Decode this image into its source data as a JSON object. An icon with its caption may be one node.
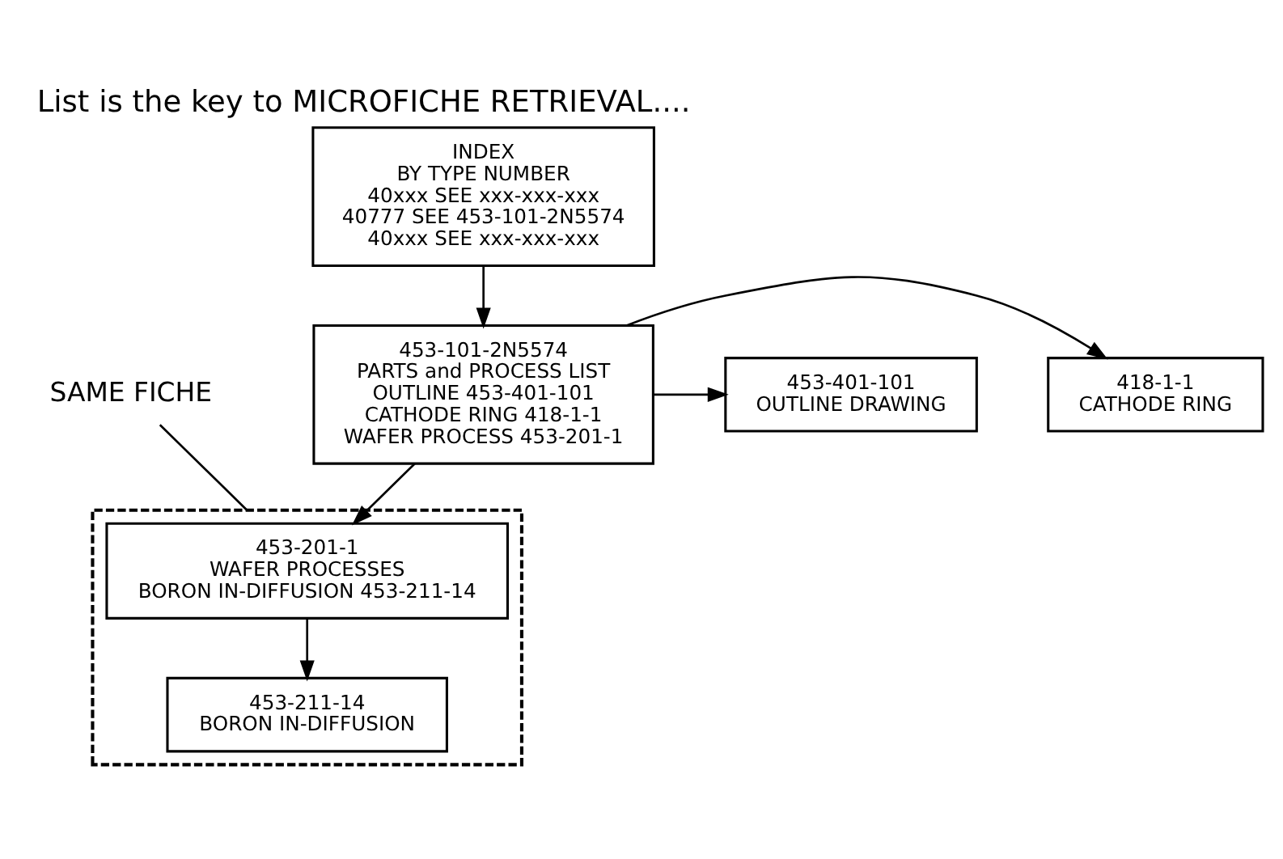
{
  "diagram": {
    "title": "List is the key to MICROFICHE RETRIEVAL....",
    "nodes": [
      {
        "text": [
          "INDEX",
          "BY TYPE NUMBER",
          "40xxx SEE xxx-xxx-xxx",
          "40777 SEE 453-101-2N5574",
          "40xxx SEE xxx-xxx-xxx"
        ]
      },
      {
        "text": [
          "418-1-1",
          "CATHODE RING"
        ]
      },
      {
        "text": [
          "453-101-2N5574",
          "PARTS and PROCESS LIST",
          "OUTLINE 453-401-101",
          "CATHODE RING 418-1-1",
          "WAFER PROCESS 453-201-1"
        ]
      },
      {
        "text": [
          "453-401-101",
          "OUTLINE DRAWING"
        ]
      },
      {
        "text": [],
        "shape": "box"
      },
      {
        "text": [
          "453-201-1",
          "WAFER PROCESSES",
          "BORON IN-DIFFUSION 453-211-14"
        ],
        "in": 4
      },
      {
        "text": [
          "453-211-14",
          "BORON IN-DIFFUSION"
        ],
        "in": 4
      },
      {
        "text": [
          "SAME FICHE"
        ]
      }
    ],
    "edges": [
      {
        "from": 0,
        "to": 2,
        "arrow": "to"
      },
      {
        "from": 2,
        "to": 1,
        "arrow": "to"
      },
      {
        "from": 2,
        "to": 3,
        "arrow": "to"
      },
      {
        "from": 2,
        "to": 5,
        "arrow": "to"
      },
      {
        "from": 5,
        "to": 6,
        "arrow": "to"
      },
      {
        "from": 7,
        "to": 4,
        "arrow": "none"
      }
    ]
  }
}
